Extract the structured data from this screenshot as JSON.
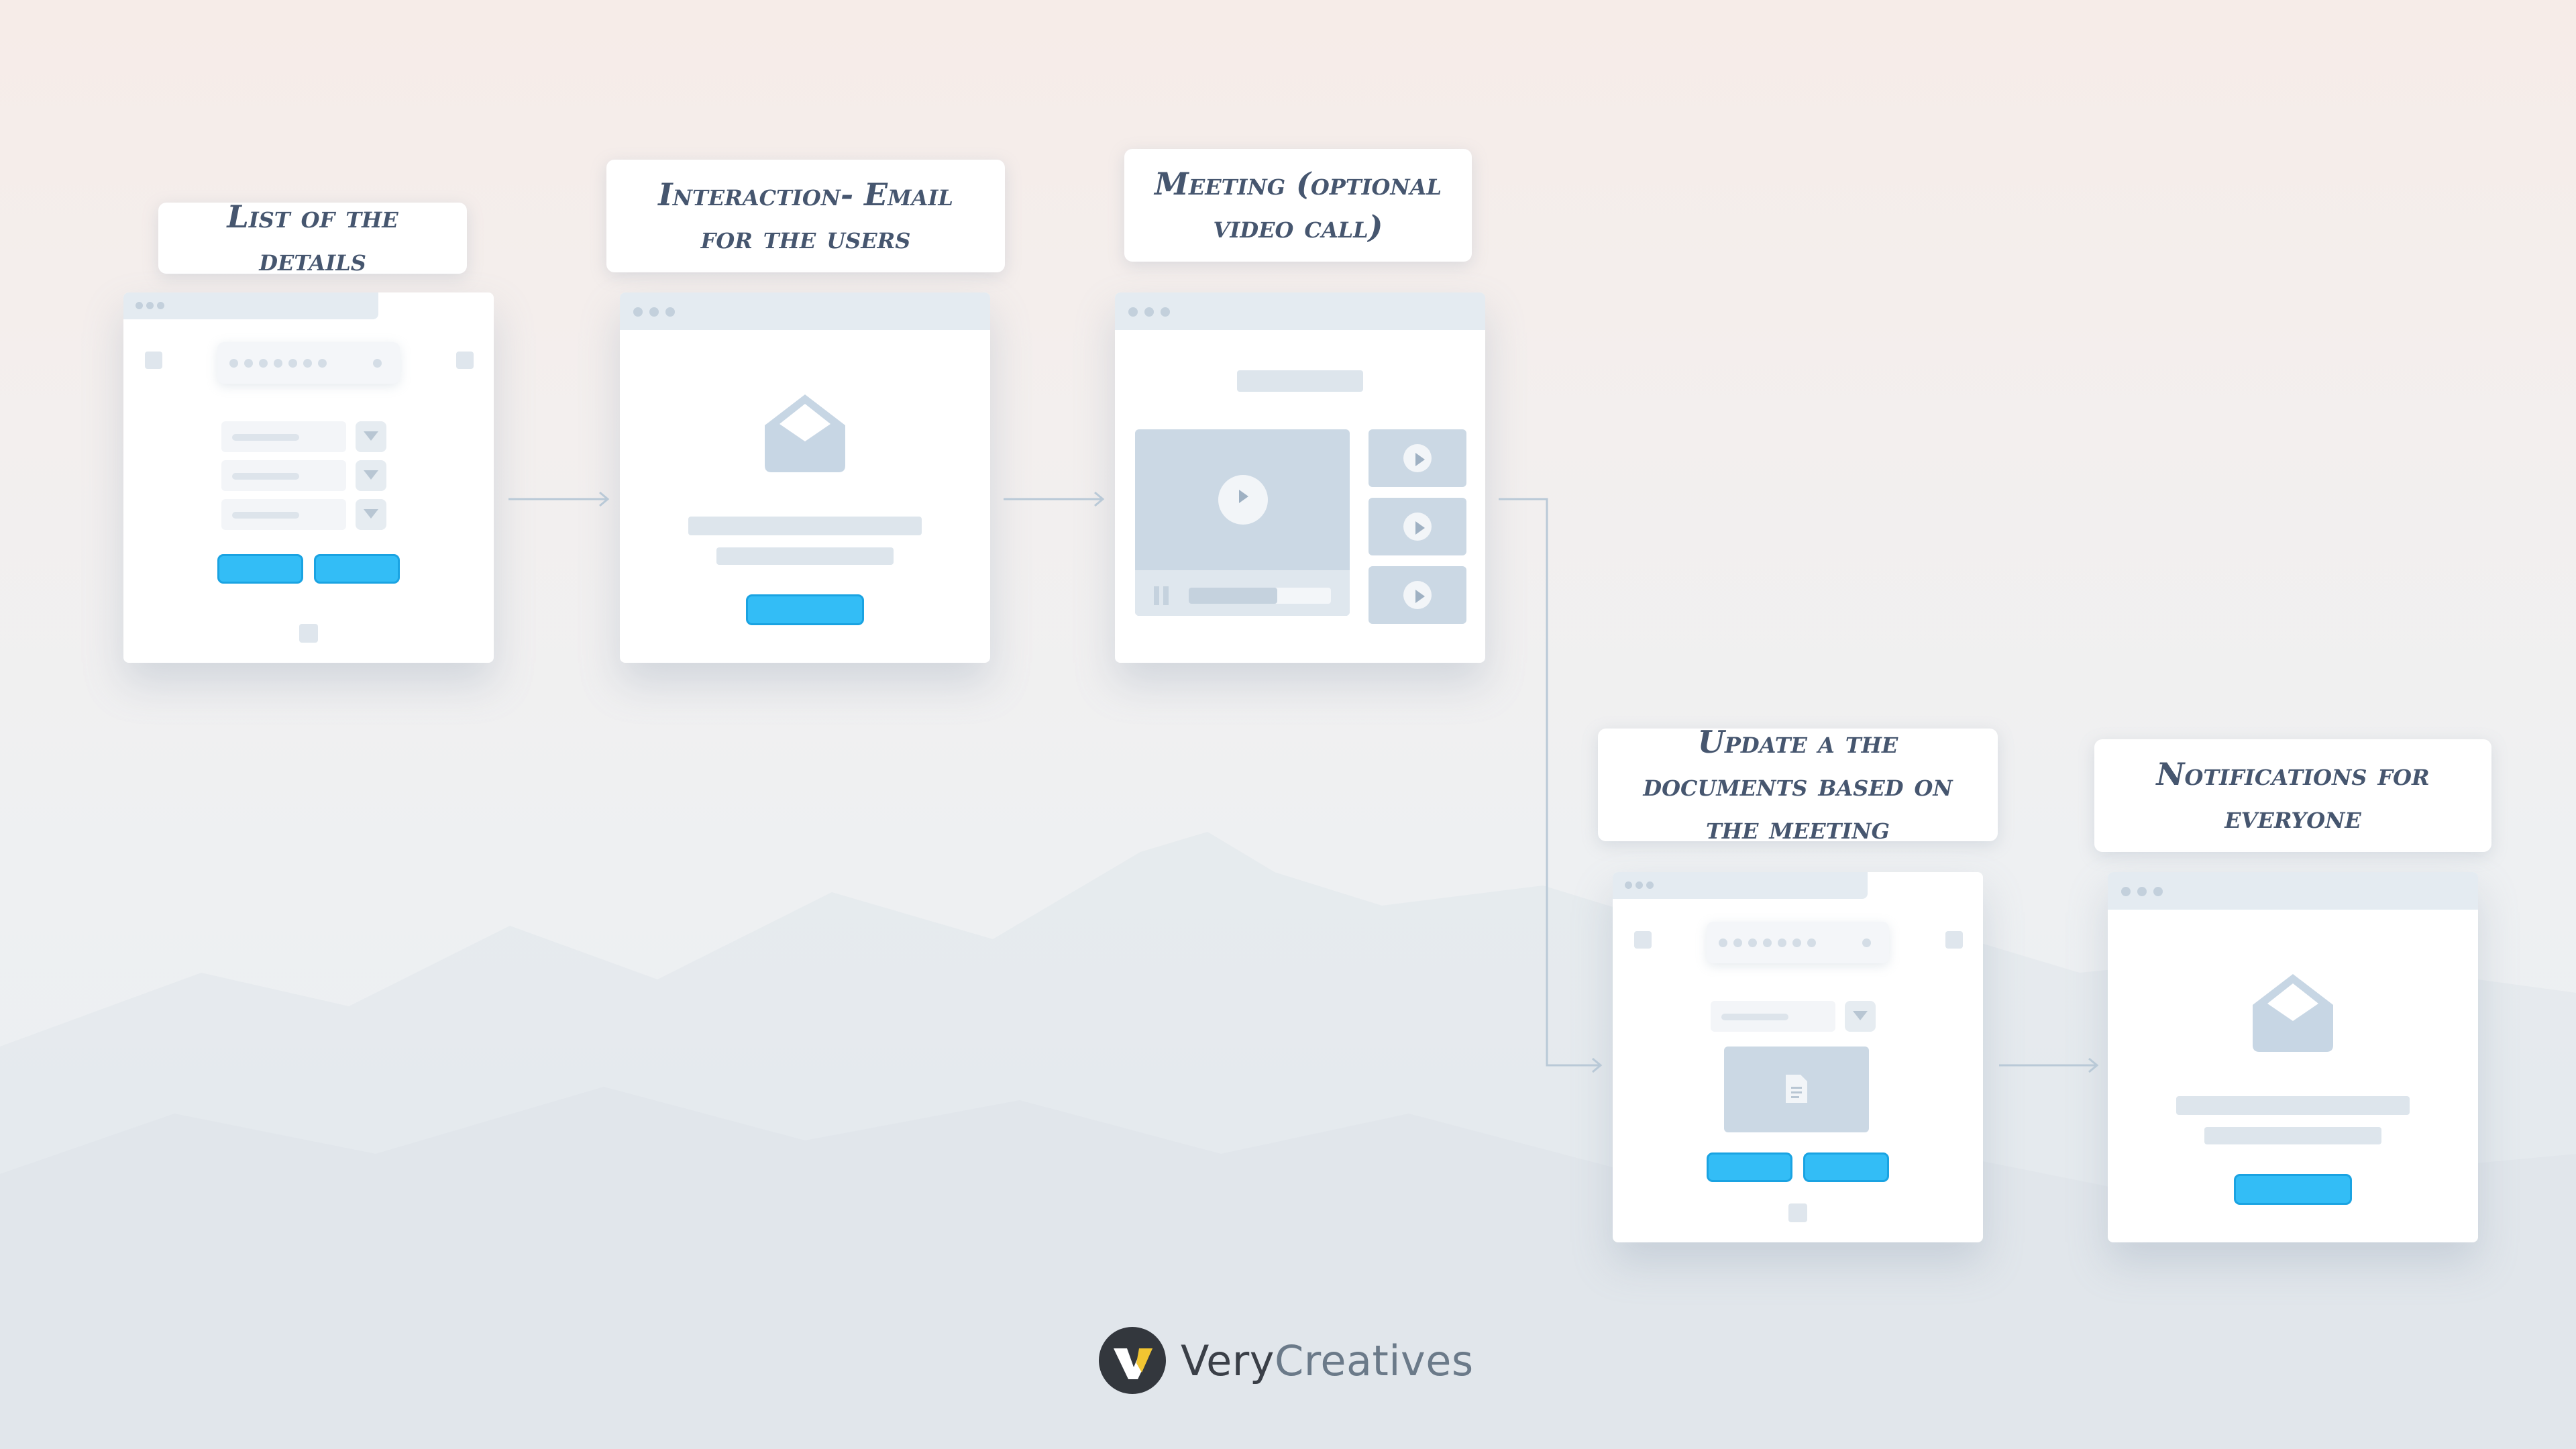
{
  "steps": [
    {
      "label": "List of the details"
    },
    {
      "label": "Interaction- Email for the users"
    },
    {
      "label": "Meeting (optional video call)"
    },
    {
      "label": "Update a the documents based on the meeting"
    },
    {
      "label": "Notifications for everyone"
    }
  ],
  "brand": {
    "part1": "Very",
    "part2": "Creatives"
  },
  "colors": {
    "accent": "#33bdf6",
    "label_text": "#46566f",
    "wire": "#dde5ec"
  },
  "icons": [
    "envelope-icon",
    "play-icon",
    "pause-icon",
    "document-icon",
    "dropdown-icon",
    "logo-icon"
  ]
}
